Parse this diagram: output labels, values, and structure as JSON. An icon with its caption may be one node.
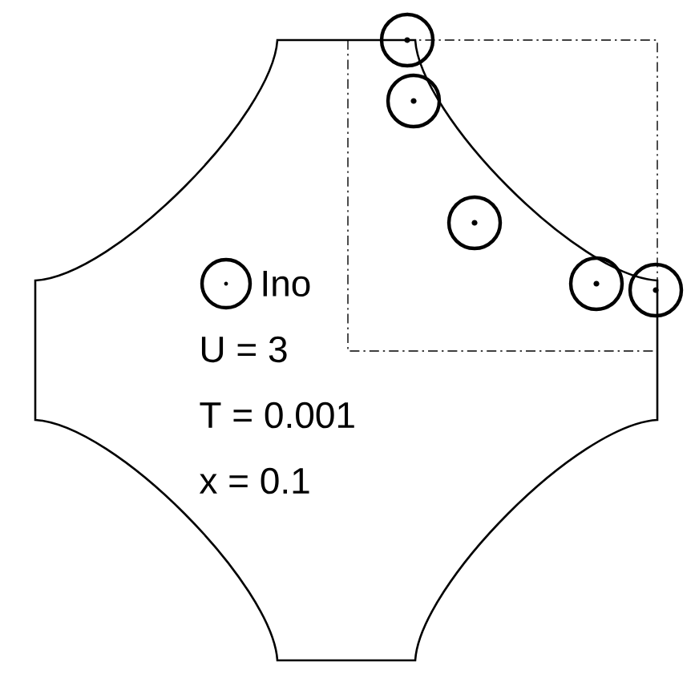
{
  "diagram": {
    "labels": [
      "U = 3",
      "T = 0.001",
      "x = 0.1"
    ],
    "legend": [
      {
        "text": "Ino"
      }
    ]
  }
}
